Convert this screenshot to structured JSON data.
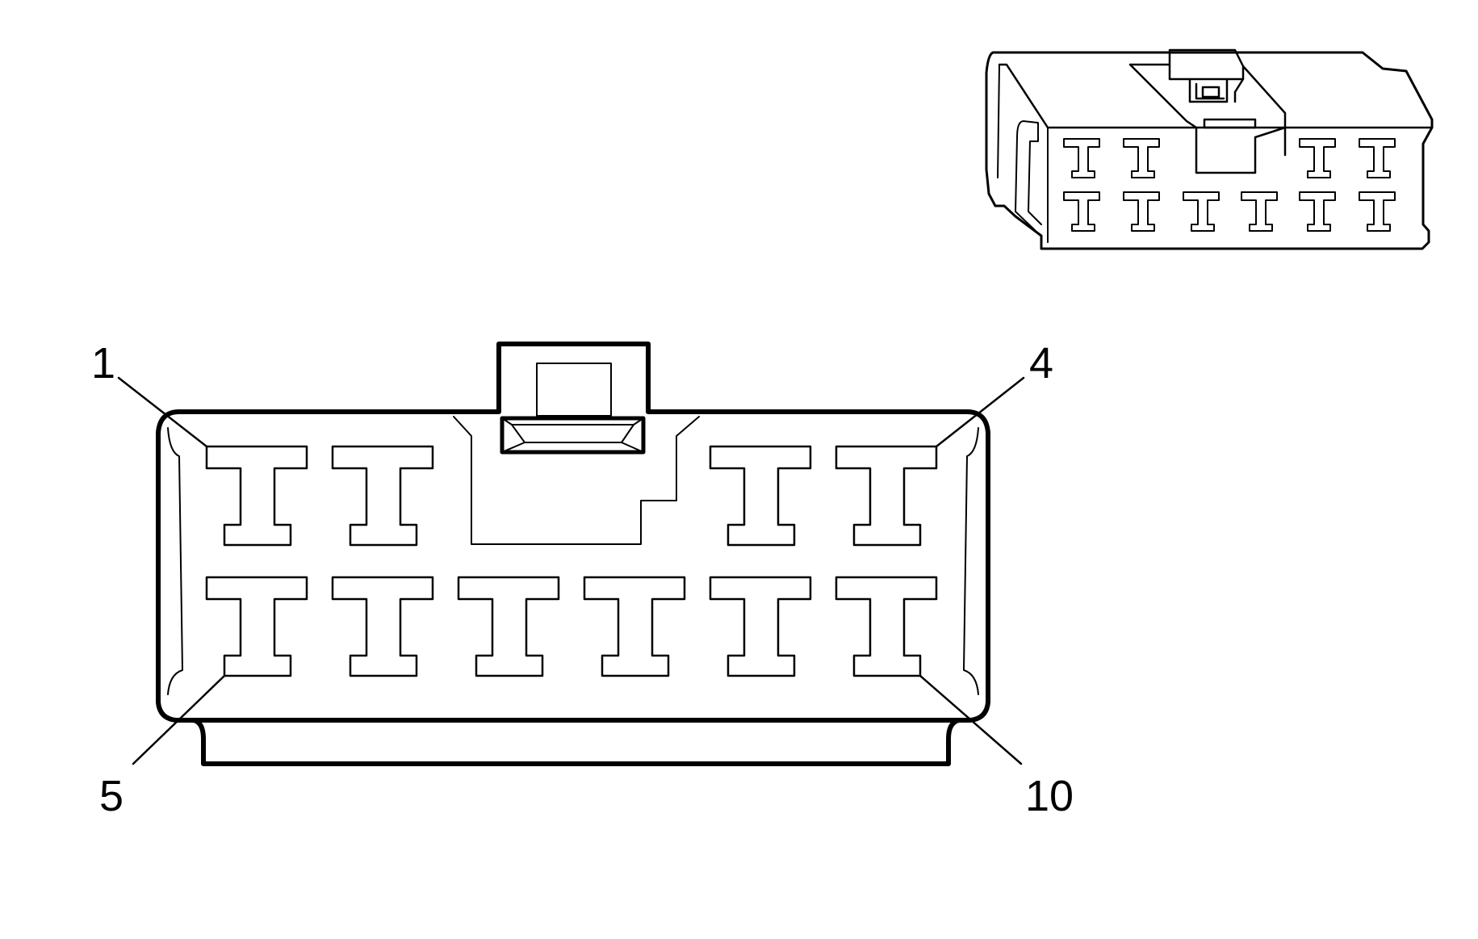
{
  "diagram": {
    "pin_labels": {
      "pin1": "1",
      "pin4": "4",
      "pin5": "5",
      "pin10": "10"
    },
    "colors": {
      "stroke": "#000000",
      "background": "#ffffff"
    }
  }
}
